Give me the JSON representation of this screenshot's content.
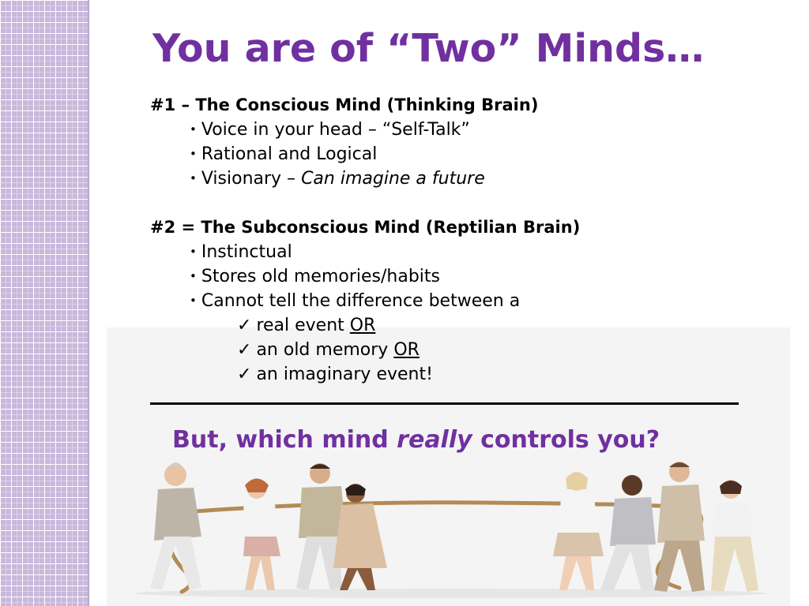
{
  "slide": {
    "title": "You are of “Two” Minds…",
    "section1": {
      "heading": "#1 – The Conscious Mind (Thinking Brain)",
      "bullet_glyph": "•",
      "bullets": [
        {
          "text": "Voice in your head – “Self-Talk”"
        },
        {
          "text": "Rational and Logical"
        },
        {
          "text": "Visionary – ",
          "emphasis": "Can imagine a future"
        }
      ]
    },
    "section2": {
      "heading": "#2 = The Subconscious Mind (Reptilian Brain)",
      "bullets": [
        {
          "text": "Instinctual"
        },
        {
          "text": "Stores old memories/habits"
        },
        {
          "text": "Cannot tell the difference between a"
        }
      ],
      "check_glyph": "✓",
      "checks": [
        {
          "text": "real event  ",
          "link": "OR"
        },
        {
          "text": "an old memory ",
          "link": "OR"
        },
        {
          "text": "an imaginary event!"
        }
      ]
    },
    "question": {
      "before": "But, which mind ",
      "emphasis": "really",
      "after": " controls you?"
    }
  },
  "colors": {
    "accent_purple": "#7030a0",
    "side_strip": "#c9b8dc",
    "text": "#000000"
  },
  "image": {
    "subject": "tug-of-war-people"
  }
}
